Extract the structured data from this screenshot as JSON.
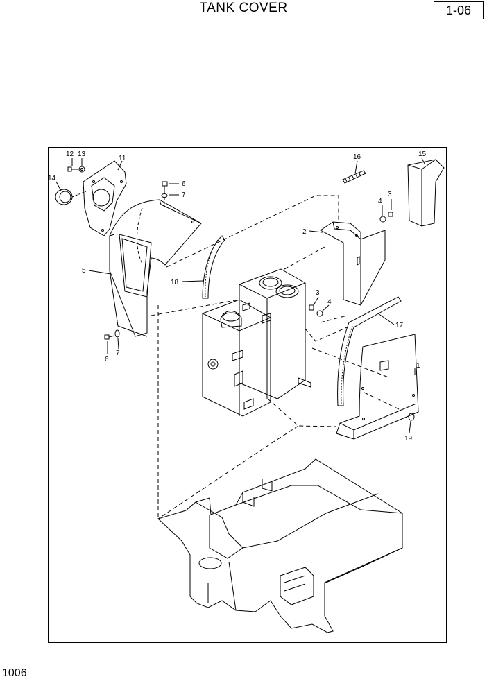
{
  "header": {
    "title": "TANK COVER",
    "page_code": "1-06"
  },
  "footer": {
    "page_number": "1006"
  },
  "callouts": {
    "c1": "1",
    "c2": "2",
    "c3a": "3",
    "c3b": "3",
    "c4a": "4",
    "c4b": "4",
    "c5": "5",
    "c6a": "6",
    "c6b": "6",
    "c7a": "7",
    "c7b": "7",
    "c11": "11",
    "c12": "12",
    "c13": "13",
    "c14": "14",
    "c15": "15",
    "c16": "16",
    "c17": "17",
    "c18": "18",
    "c19": "19"
  }
}
